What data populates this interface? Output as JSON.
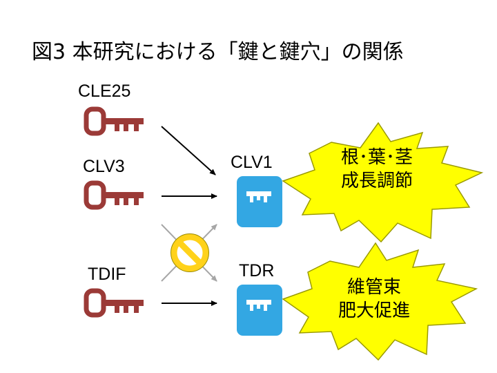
{
  "title": "図3 本研究における「鍵と鍵穴」の関係",
  "ligands": {
    "cle25": "CLE25",
    "clv3": "CLV3",
    "tdif": "TDIF"
  },
  "receptors": {
    "clv1": "CLV1",
    "tdr": "TDR"
  },
  "effects": {
    "clv1_line1": "根･葉･茎",
    "clv1_line2": "成長調節",
    "tdr_line1": "維管束",
    "tdr_line2": "肥大促進"
  },
  "colors": {
    "key": "#9b3a37",
    "lock": "#33a7e3",
    "burst_fill": "#ffff00",
    "burst_stroke": "#9a9a00",
    "no_sign": "#ffd21a",
    "blocked_arrow": "#a6a6a6"
  },
  "icons": {
    "key": "key-icon",
    "keyhole": "keyhole-icon",
    "prohibited": "prohibited-icon"
  }
}
